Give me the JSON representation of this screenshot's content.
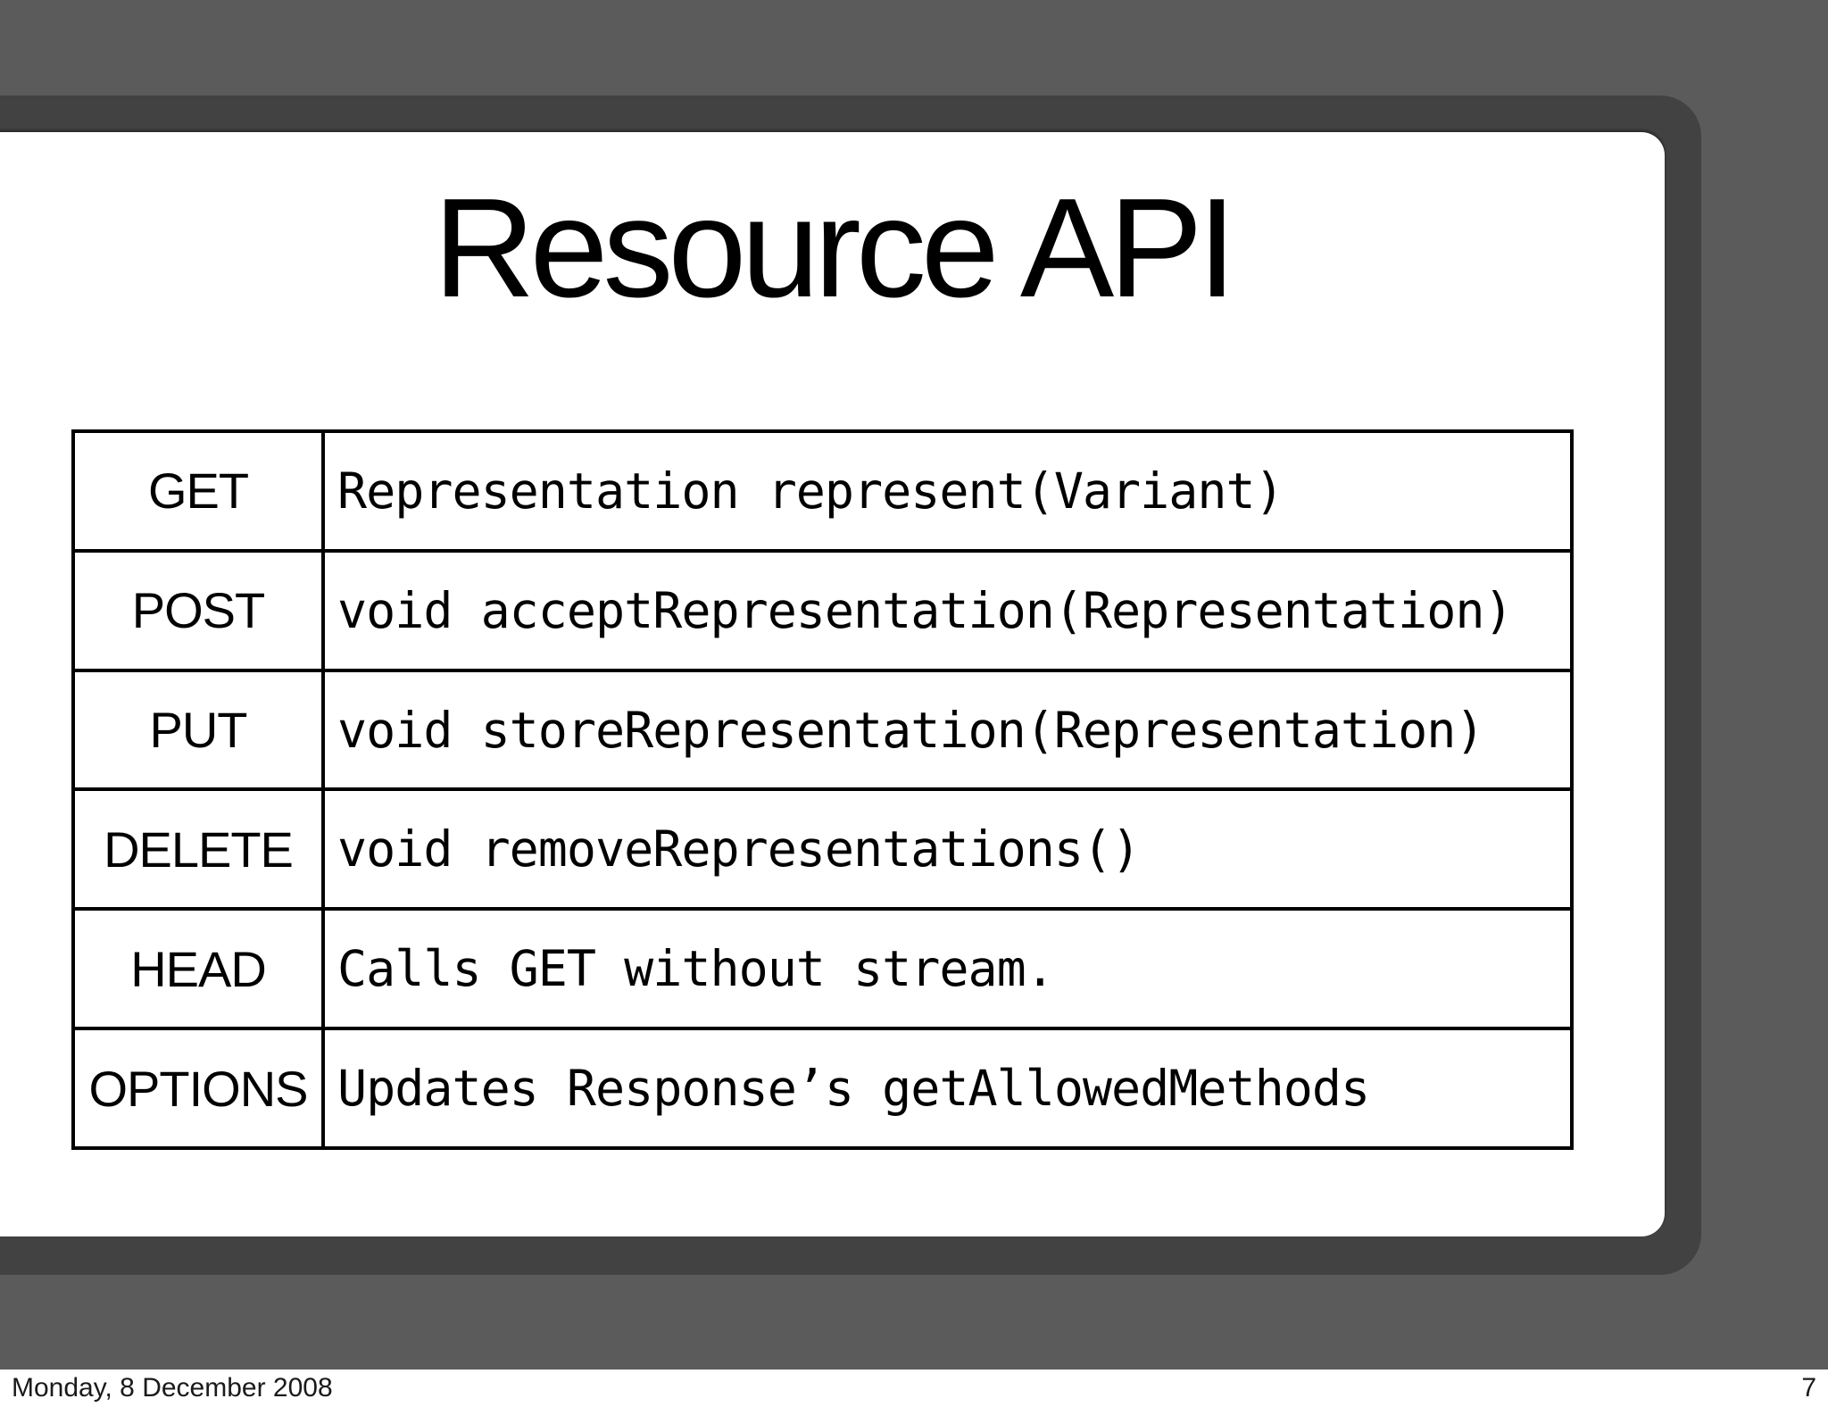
{
  "slide": {
    "title": "Resource API",
    "table": {
      "rows": [
        {
          "method": "GET",
          "description": "Representation represent(Variant)"
        },
        {
          "method": "POST",
          "description": "void acceptRepresentation(Representation)"
        },
        {
          "method": "PUT",
          "description": "void storeRepresentation(Representation)"
        },
        {
          "method": "DELETE",
          "description": "void removeRepresentations()"
        },
        {
          "method": "HEAD",
          "description": "Calls GET without stream."
        },
        {
          "method": "OPTIONS",
          "description": "Updates Response’s getAllowedMethods"
        }
      ]
    }
  },
  "footer": {
    "date": "Monday, 8 December 2008",
    "page_number": "7"
  },
  "colors": {
    "background": "#5b5b5b",
    "slide_border": "#424242",
    "slide_bg": "#ffffff",
    "table_border": "#000000",
    "text": "#000000",
    "footer_bg": "#ffffff",
    "footer_text": "#1a1a1a"
  }
}
